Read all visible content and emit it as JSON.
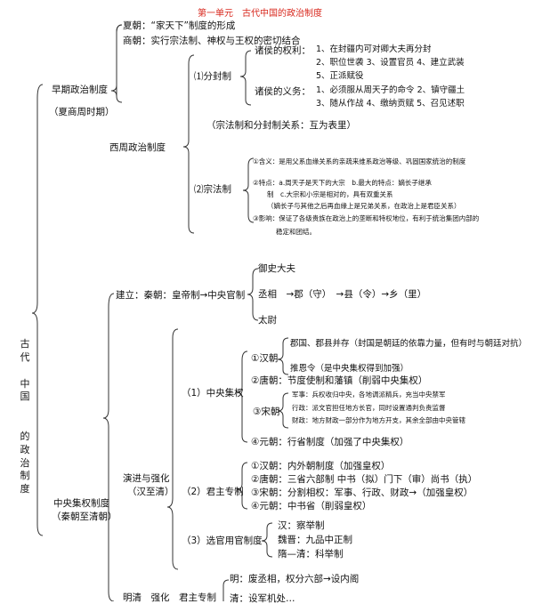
{
  "title": "第一单元　古代中国的政治制度",
  "vertical_title": [
    "古",
    "代",
    "",
    "中",
    "国",
    "",
    "",
    "的",
    "政",
    "治",
    "制",
    "度"
  ],
  "early": {
    "label": "早期政治制度",
    "period": "（夏商周时期）",
    "xia": "夏朝：“家天下”制度的形成",
    "shang": "商朝：实行宗法制、神权与王权的密切结合",
    "zhou": {
      "label": "西周政治制度",
      "fengjian": {
        "label": "⑴分封制",
        "rights_label": "诸侯的权利：",
        "rights": [
          "1、在封疆内可对卿大夫再分封",
          "2、职位世袭 3、设置官员 4、建立武装",
          "5、正派赋役"
        ],
        "duties_label": "诸侯的义务：",
        "duties": [
          "1、必须服从周天子的命令 2、镇守疆土",
          "3、随从作战 4、缴纳贡赋 5、召见述职"
        ]
      },
      "relation": "（宗法制和分封制关系：互为表里）",
      "zongfa": {
        "label": "⑵宗法制",
        "items": [
          "①含义：是用父系血缘关系的亲疏来维系政治等级、巩固国家统治的制度",
          "②特点：a.周天子是天下的大宗　b.最大的特点：嫡长子继承",
          "制　c.大宗和小宗是相对的，具有双重关系",
          "（嫡长子与其他之后再血缘上是兄弟关系，在政治上是君臣关系）",
          "③影响：保证了各级贵族在政治上的垄断和特权地位，有利于统治集团内部的",
          "稳定和团结。"
        ]
      }
    }
  },
  "central": {
    "label": "中央集权制度",
    "period": "（秦朝至清朝）",
    "established": "建立：秦朝：皇帝制→中央官制",
    "officials": [
      "御史大夫",
      "丞相　→郡（守）　→县（令）→乡（里）",
      "太尉"
    ],
    "growth": [
      "演进与强化",
      "（汉至清）"
    ],
    "centralization": {
      "label": "（1）中央集权",
      "han_label": "①汉朝",
      "han": [
        "郡国、郡县并存（封国是朝廷的依靠力量，但有时与朝廷对抗）",
        "推恩令（是中央集权得到加强）"
      ],
      "tang": "②唐朝：节度使制和藩镇（削弱中央集权）",
      "song_label": "③宋朝",
      "song": [
        "军事：兵权收归中央，各地调派精兵，充当中央禁军",
        "行政：派文官担任地方长官，同时设置通判负责监督",
        "财政：地方财政一部分作为地方开支，其余全部由中央管辖"
      ],
      "yuan": "④元朝：行省制度（加强了中央集权）"
    },
    "autocracy": {
      "label": "（2）君主专制",
      "items": [
        "①汉朝：内外朝制度（加强皇权）",
        "②唐朝：三省六部制 中书（拟）门下（审）尚书（执）",
        "③宋朝：分割相权：军事、行政、财政→（加强皇权）",
        "④元朝：中书省（削弱皇权）"
      ]
    },
    "selection": {
      "label": "（3）选官用官制度",
      "items": [
        "汉：察举制",
        "魏晋：九品中正制",
        "隋—清：科举制"
      ]
    },
    "ming": "明：废丞相，权分六部→设内阁",
    "ming_qing_prefix": "明清　强化　君主专制",
    "qing_partial": "清：设军机处…"
  }
}
